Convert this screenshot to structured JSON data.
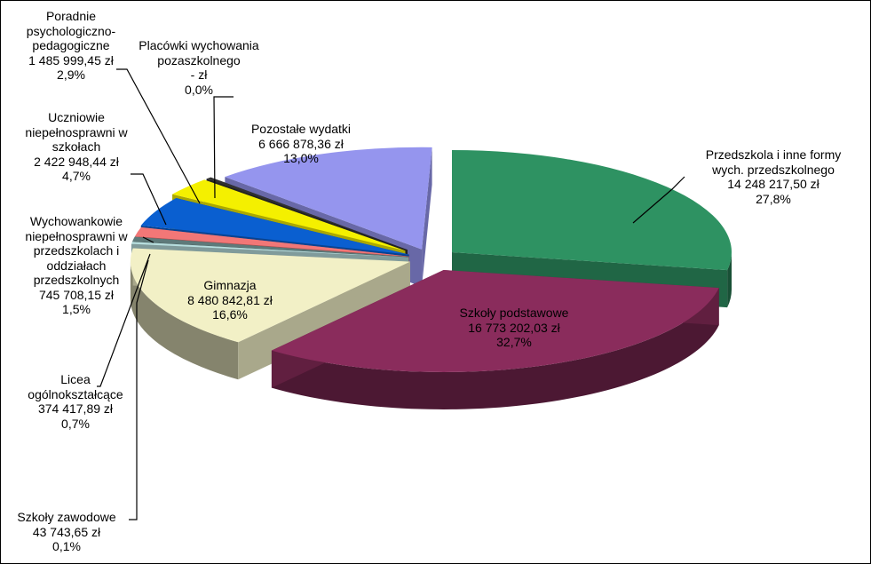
{
  "chart_data": {
    "type": "pie",
    "title": "",
    "currency": "zł",
    "slices": [
      {
        "label_lines": [
          "Przedszkola  i inne formy",
          "wych. przedszkolnego"
        ],
        "value_text": "14 248 217,50 zł",
        "percent_text": "27,8%",
        "value": 14248217.5,
        "color": "#2e9262"
      },
      {
        "label_lines": [
          "Szkoły podstawowe"
        ],
        "value_text": "16 773 202,03 zł",
        "percent_text": "32,7%",
        "value": 16773202.03,
        "color": "#8a2c5c"
      },
      {
        "label_lines": [
          "Gimnazja"
        ],
        "value_text": "8 480 842,81 zł",
        "percent_text": "16,6%",
        "value": 8480842.81,
        "color": "#f2f0c6"
      },
      {
        "label_lines": [
          "Szkoły zawodowe"
        ],
        "value_text": "43 743,65 zł",
        "percent_text": "0,1%",
        "value": 43743.65,
        "color": "#b7dede"
      },
      {
        "label_lines": [
          "Licea",
          "ogólnokształcące"
        ],
        "value_text": "374 417,89 zł",
        "percent_text": "0,7%",
        "value": 374417.89,
        "color": "#5e7a7a"
      },
      {
        "label_lines": [
          "Wychowankowie",
          "niepełnosprawni  w",
          "przedszkolach  i",
          "oddziałach",
          "przedszkolnych"
        ],
        "value_text": "745 708,15 zł",
        "percent_text": "1,5%",
        "value": 745708.15,
        "color": "#f27777"
      },
      {
        "label_lines": [
          "Uczniowie",
          "niepełnosprawni  w",
          "szkołach"
        ],
        "value_text": "2 422 948,44 zł",
        "percent_text": "4,7%",
        "value": 2422948.44,
        "color": "#0a5fd0"
      },
      {
        "label_lines": [
          "Poradnie",
          "psychologiczno-",
          "pedagogiczne"
        ],
        "value_text": "1 485 999,45 zł",
        "percent_text": "2,9%",
        "value": 1485999.45,
        "color": "#f4f000"
      },
      {
        "label_lines": [
          "Placówki wychowania",
          "pozaszkolnego"
        ],
        "value_text": "-   zł",
        "percent_text": "0,0%",
        "value": 0,
        "color": "#303030"
      },
      {
        "label_lines": [
          "Pozostałe  wydatki"
        ],
        "value_text": "6 666 878,36 zł",
        "percent_text": "13,0%",
        "value": 6666878.36,
        "color": "#9595ee"
      }
    ],
    "legend": "none",
    "data_labels": "outside-with-leader-lines"
  }
}
